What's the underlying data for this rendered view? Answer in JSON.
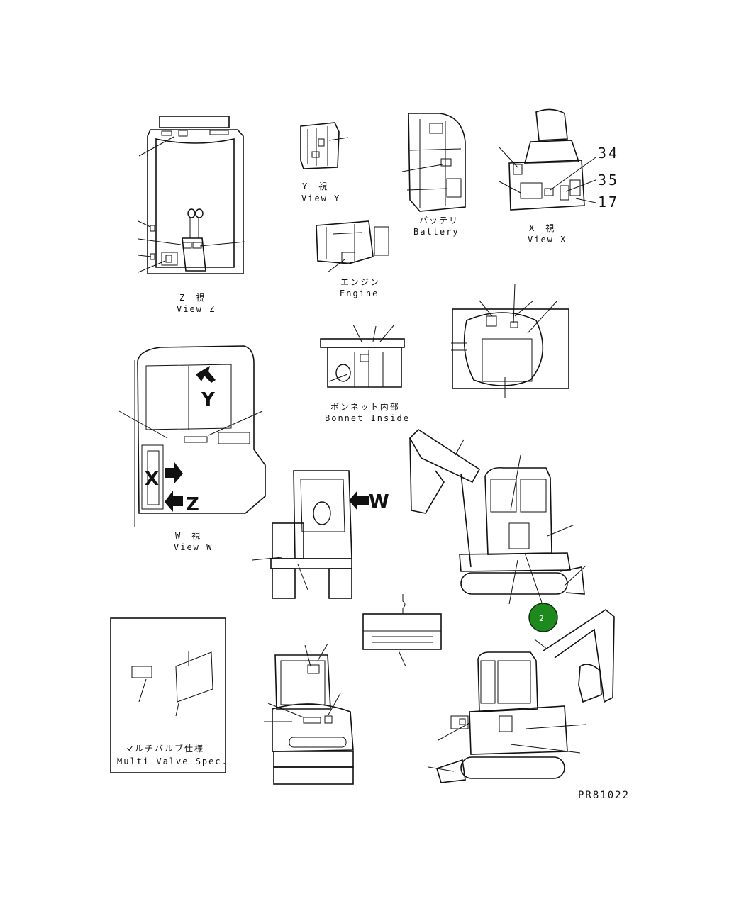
{
  "views": {
    "z": {
      "jp": "Z　視",
      "en": "View Z"
    },
    "y": {
      "jp": "Y　視",
      "en": "View Y"
    },
    "battery": {
      "jp": "バッテリ",
      "en": "Battery"
    },
    "x": {
      "jp": "X　視",
      "en": "View X"
    },
    "engine": {
      "jp": "エンジン",
      "en": "Engine"
    },
    "bonnet": {
      "jp": "ボンネット内部",
      "en": "Bonnet Inside"
    },
    "w": {
      "jp": "W　視",
      "en": "View W"
    },
    "multi_valve": {
      "jp": "マルチバルブ仕様",
      "en": "Multi Valve Spec."
    }
  },
  "callouts": {
    "n34": "34",
    "n35": "35",
    "n17": "17"
  },
  "arrows": {
    "y": "Y",
    "x": "X",
    "z": "Z",
    "w": "W"
  },
  "marker": {
    "label": "2",
    "color": "#1e8a1e"
  },
  "drawing_number": "PR81022"
}
